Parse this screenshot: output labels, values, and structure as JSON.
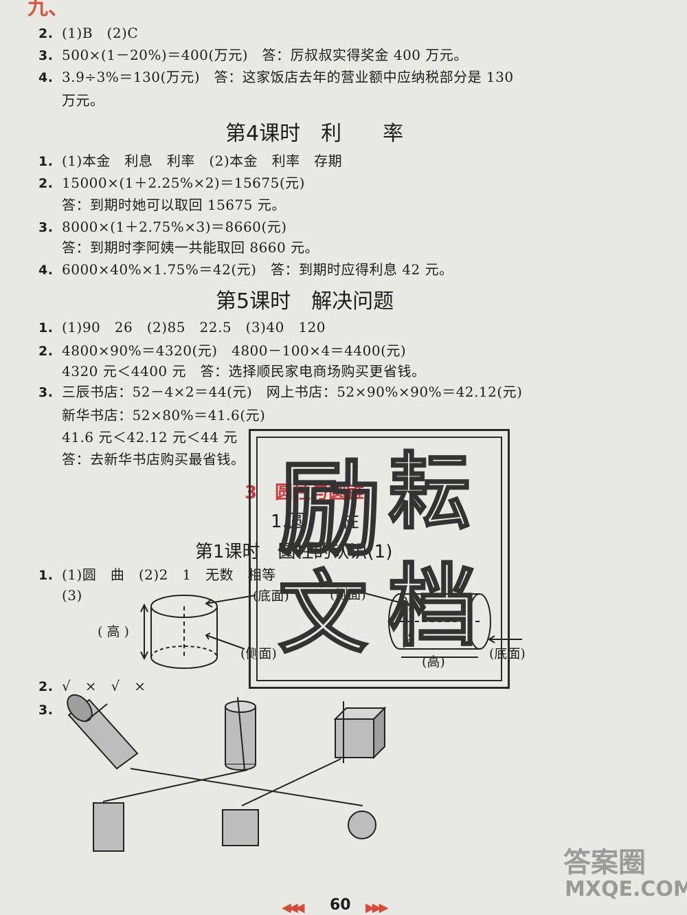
{
  "header": {
    "mark": "九、"
  },
  "sec_top": {
    "items": [
      {
        "num": "2.",
        "text": "(1)B　(2)C"
      },
      {
        "num": "3.",
        "text": "500×(1－20%)＝400(万元)　答：厉叔叔实得奖金 400 万元。"
      },
      {
        "num": "4.",
        "text": "3.9÷3%＝130(万元)　答：这家饭店去年的营业额中应纳税部分是 130"
      },
      {
        "num": "",
        "text": "万元。"
      }
    ]
  },
  "lesson4": {
    "title": "第4课时　利　　率",
    "items": [
      {
        "num": "1.",
        "text": "(1)本金　利息　利率　(2)本金　利率　存期"
      },
      {
        "num": "2.",
        "text": "15000×(1＋2.25%×2)＝15675(元)"
      },
      {
        "num": "",
        "text": "答：到期时她可以取回 15675 元。"
      },
      {
        "num": "3.",
        "text": "8000×(1＋2.75%×3)＝8660(元)"
      },
      {
        "num": "",
        "text": "答：到期时李阿姨一共能取回 8660 元。"
      },
      {
        "num": "4.",
        "text": "6000×40%×1.75%＝42(元)　答：到期时应得利息 42 元。"
      }
    ]
  },
  "lesson5": {
    "title": "第5课时　解决问题",
    "items": [
      {
        "num": "1.",
        "text": "(1)90　26　(2)85　22.5　(3)40　120"
      },
      {
        "num": "2.",
        "text": "4800×90%＝4320(元)　4800－100×4＝4400(元)"
      },
      {
        "num": "",
        "text": "4320 元＜4400 元　答：选择顺民家电商场购买更省钱。"
      },
      {
        "num": "3.",
        "text": "三辰书店：52－4×2＝44(元)　网上书店：52×90%×90%＝42.12(元)"
      },
      {
        "num": "",
        "text": "新华书店：52×80%＝41.6(元)"
      },
      {
        "num": "",
        "text": "41.6 元＜42.12 元＜44 元"
      },
      {
        "num": "",
        "text": "答：去新华书店购买最省钱。"
      }
    ]
  },
  "unit3": {
    "title": "3　圆柱与圆锥",
    "subtitle": "1.圆　　柱",
    "lesson_title": "第1课时　圆柱的认识(1)",
    "q1_line": {
      "num": "1.",
      "text": "(1)圆　曲　(2)2　1　无数　相等"
    },
    "q1_sub": "(3)",
    "labels": {
      "height_left": "( 高 )",
      "base_top": "(底面)",
      "side_top": "(侧面)",
      "side_bottom": "(侧面)",
      "base_right": "(底面)",
      "height_right": "(高)"
    },
    "q2": {
      "num": "2.",
      "text": "√　×　√　×"
    },
    "q3": {
      "num": "3.",
      "text": ""
    }
  },
  "stamp": {
    "chars": [
      "励",
      "耘",
      "文",
      "档"
    ]
  },
  "footer": {
    "page": "60",
    "watermark_top": "答案圈",
    "watermark_bottom": "MXQE.COM"
  }
}
